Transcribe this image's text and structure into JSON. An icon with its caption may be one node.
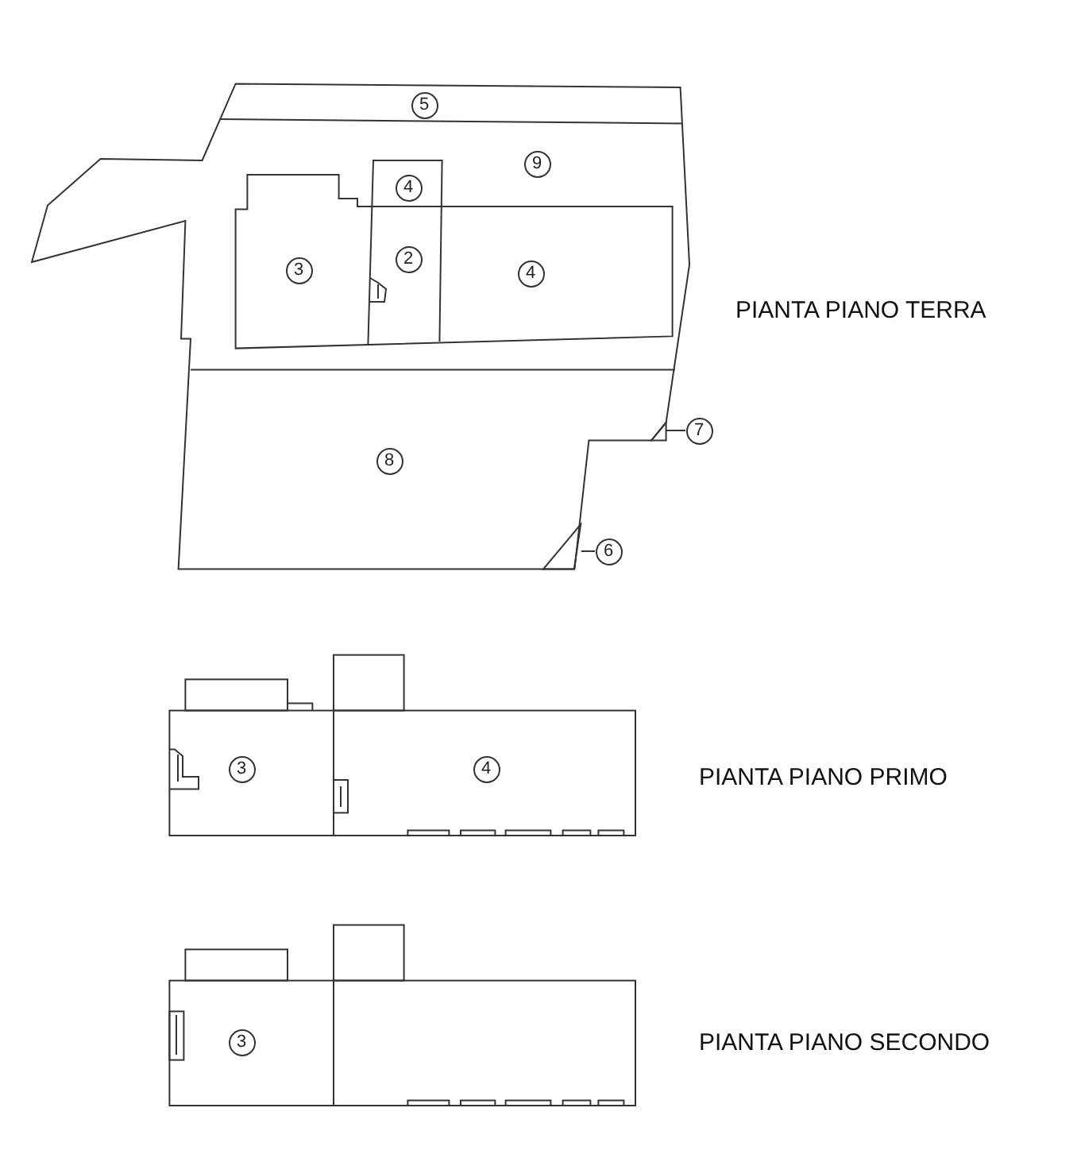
{
  "diagram": {
    "nodes": [
      {
        "text": [
          "5"
        ]
      },
      {
        "text": [
          "9"
        ]
      },
      {
        "text": [
          "4"
        ]
      },
      {
        "text": [
          "3"
        ]
      },
      {
        "text": [
          "2"
        ]
      },
      {
        "text": [
          "4"
        ]
      },
      {
        "text": [
          "8"
        ]
      },
      {
        "text": [
          "7"
        ]
      },
      {
        "text": [
          "6"
        ]
      },
      {
        "text": [
          "3"
        ]
      },
      {
        "text": [
          "4"
        ]
      },
      {
        "text": [
          "3"
        ]
      },
      {
        "text": [],
        "shape": "triangle"
      },
      {
        "text": [],
        "shape": "triangle"
      }
    ],
    "edges": [
      {
        "from": 7,
        "to": 12,
        "arrow": "none"
      },
      {
        "from": 8,
        "to": 13,
        "arrow": "none"
      }
    ],
    "labels": [
      "PIANTA PIANO TERRA",
      "PIANTA PIANO PRIMO",
      "PIANTA PIANO SECONDO"
    ]
  }
}
